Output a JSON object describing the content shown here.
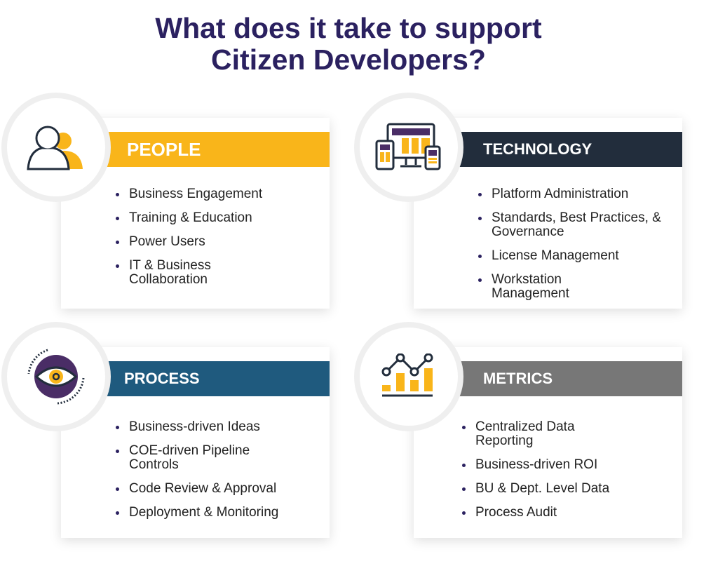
{
  "title": [
    "What does it take to support",
    "Citizen Developers?"
  ],
  "sections": [
    {
      "label": "PEOPLE",
      "icon": "people-icon",
      "color": "#f9b51a",
      "items": [
        "Business Engagement",
        "Training & Education",
        "Power Users",
        "IT & Business Collaboration"
      ]
    },
    {
      "label": "TECHNOLOGY",
      "icon": "devices-icon",
      "color": "#222d3c",
      "items": [
        "Platform Administration",
        "Standards, Best Practices, & Governance",
        "License Management",
        "Workstation Management"
      ]
    },
    {
      "label": "PROCESS",
      "icon": "eye-icon",
      "color": "#1f5a7e",
      "items": [
        "Business-driven Ideas",
        "COE-driven Pipeline Controls",
        "Code Review & Approval",
        "Deployment & Monitoring"
      ]
    },
    {
      "label": "METRICS",
      "icon": "chart-icon",
      "color": "#777777",
      "items": [
        "Centralized Data Reporting",
        "Business-driven ROI",
        "BU & Dept. Level Data",
        "Process Audit"
      ]
    }
  ]
}
